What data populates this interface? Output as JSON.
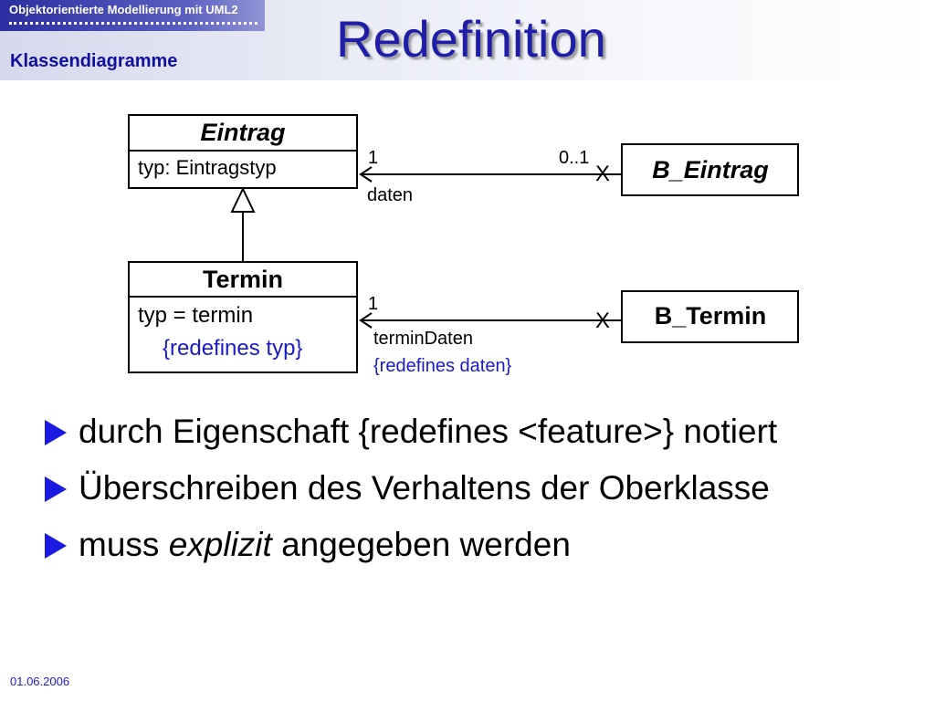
{
  "header": {
    "course_title": "Objektorientierte Modellierung mit UML2",
    "section_title": "Klassendiagramme",
    "slide_title": "Redefinition"
  },
  "diagram": {
    "eintrag": {
      "name": "Eintrag",
      "attribute": "typ: Eintragstyp"
    },
    "termin": {
      "name": "Termin",
      "attribute": "typ = termin",
      "constraint": "{redefines typ}"
    },
    "b_eintrag": {
      "name": "B_Eintrag"
    },
    "b_termin": {
      "name": "B_Termin"
    },
    "assoc_daten": {
      "mult_target": "1",
      "mult_source": "0..1",
      "role": "daten",
      "nonnav_mark": "X"
    },
    "assoc_termin_daten": {
      "mult_target": "1",
      "role": "terminDaten",
      "constraint": "{redefines daten}",
      "nonnav_mark": "X"
    }
  },
  "bullets": {
    "b1": "durch Eigenschaft {redefines <feature>} notiert",
    "b2": "Überschreiben des Verhaltens der Oberklasse",
    "b3_pre": "muss ",
    "b3_em": "explizit",
    "b3_post": " angegeben werden"
  },
  "footer": {
    "date": "01.06.2006"
  },
  "colors": {
    "title_blue": "#1e1ea8",
    "constraint_blue": "#1a1ac8",
    "bullet_blue": "#1a1ae0"
  }
}
